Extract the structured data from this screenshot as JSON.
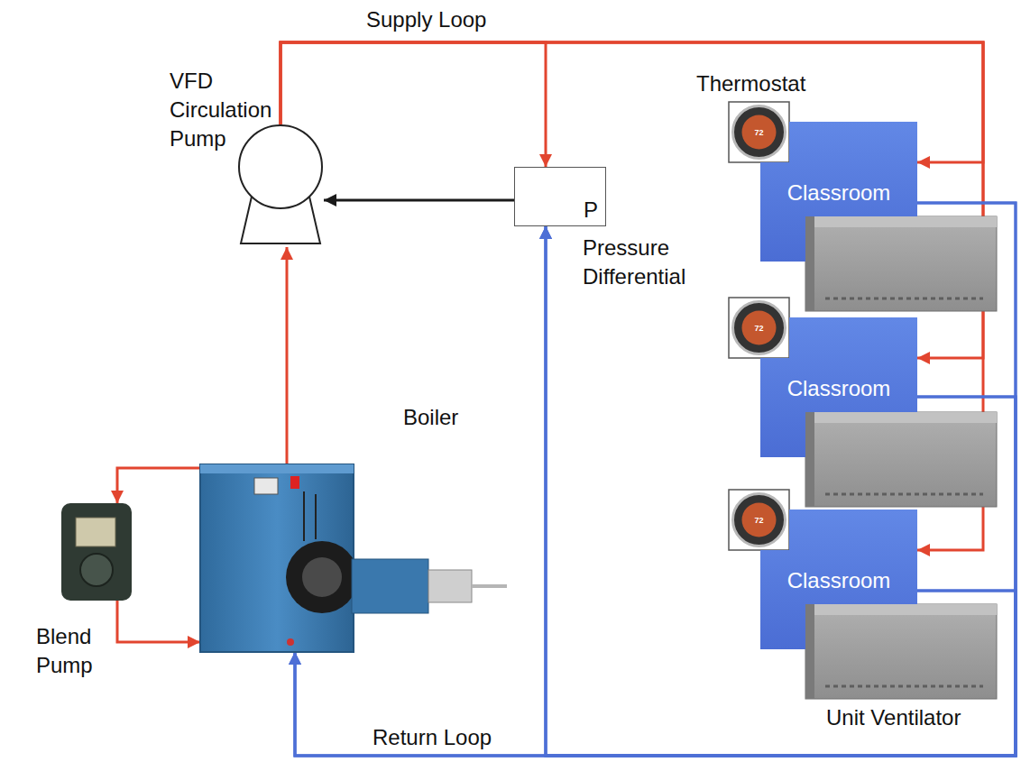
{
  "diagram": {
    "nodes": [
      {
        "text": [
          "VFD Circulation Pump"
        ]
      },
      {
        "text": [
          "P",
          "Pressure Differential"
        ]
      },
      {
        "text": [
          "Classroom"
        ]
      },
      {
        "text": [
          "Classroom"
        ]
      },
      {
        "text": [
          "Classroom"
        ]
      },
      {
        "text": [
          "Boiler"
        ]
      },
      {
        "text": [
          "Blend Pump"
        ]
      }
    ],
    "edges": [
      {
        "from": 5,
        "to": 0,
        "arrow": "to"
      },
      {
        "from": 0,
        "to": 2,
        "arrow": "to",
        "label": "Supply Loop"
      },
      {
        "from": 0,
        "to": 3,
        "arrow": "to"
      },
      {
        "from": 0,
        "to": 4,
        "arrow": "to"
      },
      {
        "from": 0,
        "to": 1,
        "arrow": "to"
      },
      {
        "from": 1,
        "to": 0,
        "arrow": "to"
      },
      {
        "from": 2,
        "to": 1,
        "arrow": "to"
      },
      {
        "from": 3,
        "to": 1,
        "arrow": "to"
      },
      {
        "from": 4,
        "to": 1,
        "arrow": "to"
      },
      {
        "from": 2,
        "to": 5,
        "arrow": "to"
      },
      {
        "from": 3,
        "to": 5,
        "arrow": "to"
      },
      {
        "from": 4,
        "to": 5,
        "arrow": "to",
        "label": "Return Loop"
      },
      {
        "from": 5,
        "to": 6,
        "arrow": "to"
      },
      {
        "from": 6,
        "to": 5,
        "arrow": "to"
      }
    ],
    "labels": [
      "Thermostat",
      "72",
      "72",
      "72",
      "Unit Ventilator"
    ]
  }
}
